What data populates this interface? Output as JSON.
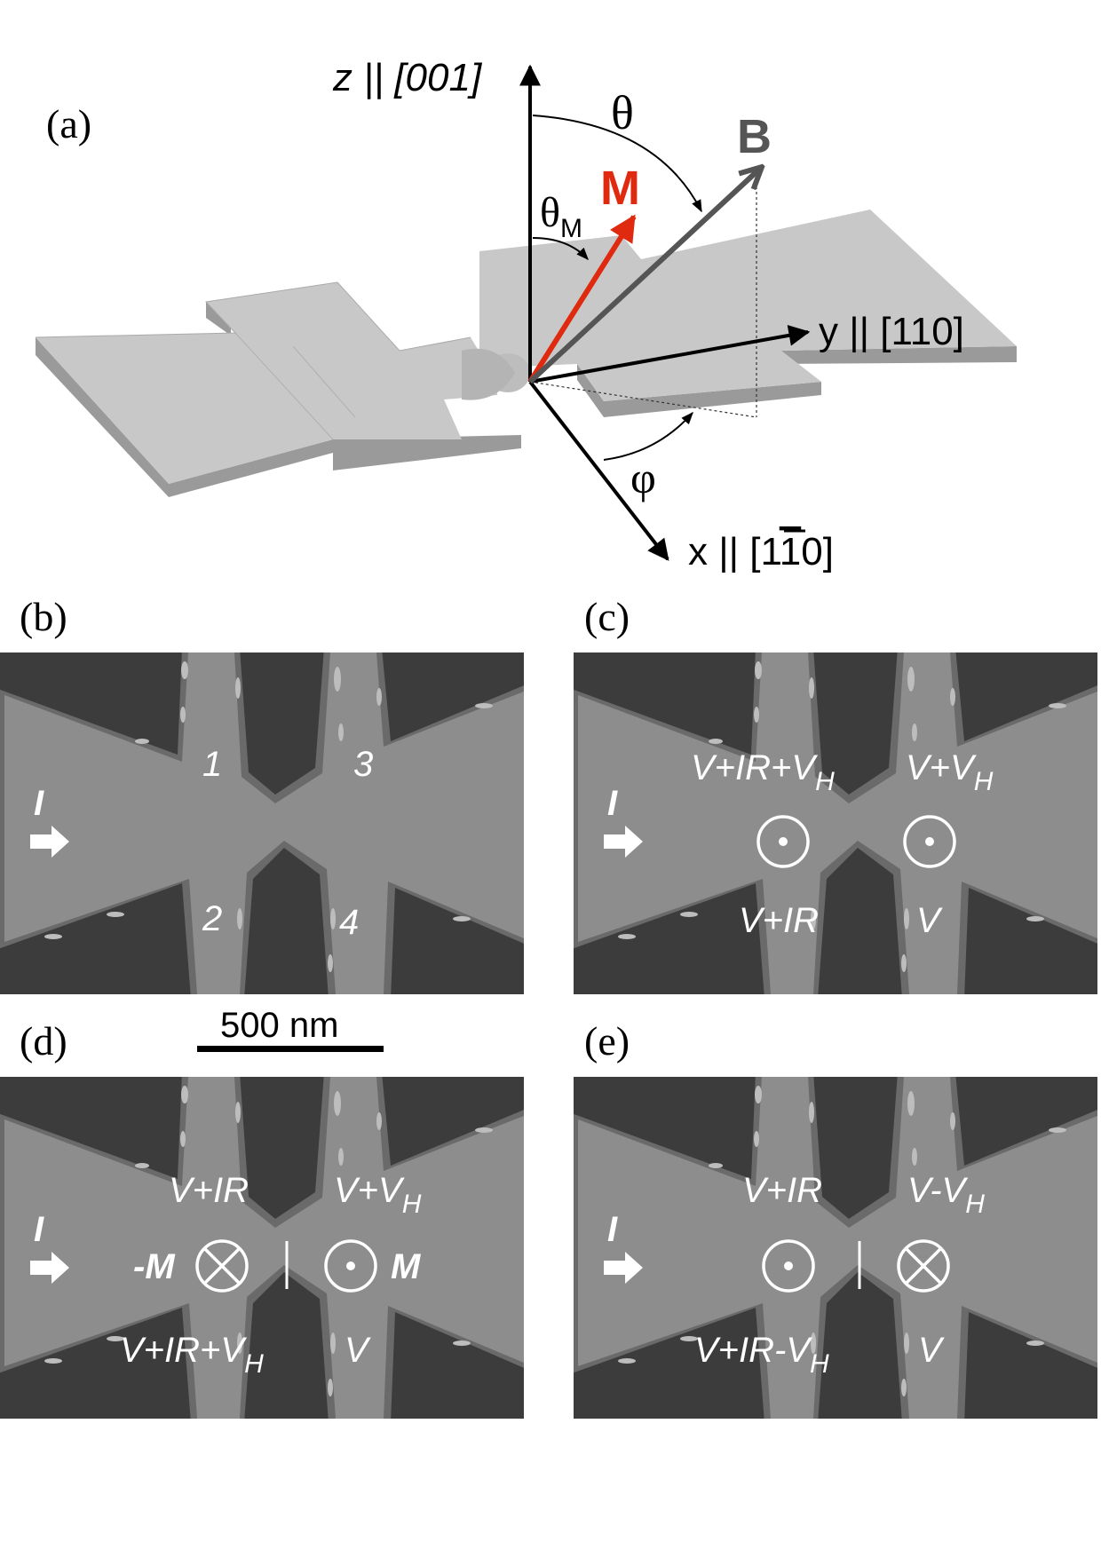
{
  "panel_a": {
    "label": "(a)",
    "axis_z": "z || [001]",
    "axis_y": "y || [110]",
    "axis_x": "x || [1",
    "axis_x_bar_digit": "1",
    "axis_x_tail": "0]",
    "theta": "θ",
    "theta_m": "θ",
    "theta_m_sub": "M",
    "phi": "φ",
    "vec_m": "M",
    "vec_b": "B",
    "colors": {
      "m_vector": "#e02a10",
      "b_vector": "#555555",
      "pad_top": "#c8c8c8",
      "pad_side": "#9a9a9a"
    }
  },
  "panel_b": {
    "label": "(b)",
    "current": "I",
    "contacts": [
      "1",
      "3",
      "2",
      "4"
    ]
  },
  "panel_c": {
    "label": "(c)",
    "current": "I",
    "top_left": {
      "main": "V+IR+V",
      "sub": "H"
    },
    "top_right": {
      "main": "V+V",
      "sub": "H"
    },
    "bottom_left": {
      "main": "V+IR",
      "sub": ""
    },
    "bottom_right": {
      "main": "V",
      "sub": ""
    }
  },
  "panel_d": {
    "label": "(d)",
    "scale_bar": "500 nm",
    "current": "I",
    "top_left": {
      "main": "V+IR",
      "sub": ""
    },
    "top_right": {
      "main": "V+V",
      "sub": "H"
    },
    "bottom_left": {
      "main": "V+IR+V",
      "sub": "H"
    },
    "bottom_right": {
      "main": "V",
      "sub": ""
    },
    "mag_left": "-M",
    "mag_right": "M"
  },
  "panel_e": {
    "label": "(e)",
    "current": "I",
    "top_left": {
      "main": "V+IR",
      "sub": ""
    },
    "top_right": {
      "main": "V-V",
      "sub": "H"
    },
    "bottom_left": {
      "main": "V+IR-V",
      "sub": "H"
    },
    "bottom_right": {
      "main": "V",
      "sub": ""
    }
  }
}
